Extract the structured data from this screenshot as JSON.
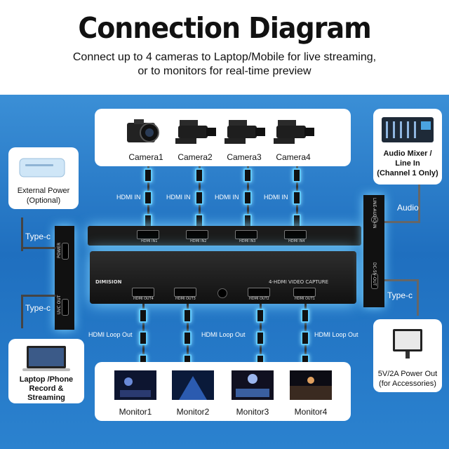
{
  "title": "Connection Diagram",
  "subtitle_line1": "Connect up to 4 cameras to Laptop/Mobile for live streaming,",
  "subtitle_line2": "or to monitors for real-time preview",
  "cameras": [
    {
      "label": "Camera1"
    },
    {
      "label": "Camera2"
    },
    {
      "label": "Camera3"
    },
    {
      "label": "Camera4"
    }
  ],
  "hdmi_in_label": "HDMI IN",
  "hdmi_loop_label": "HDMI Loop Out",
  "monitors": [
    {
      "label": "Monitor1"
    },
    {
      "label": "Monitor2"
    },
    {
      "label": "Monitor3"
    },
    {
      "label": "Monitor4"
    }
  ],
  "external_power": {
    "line1": "External Power",
    "line2": "(Optional)"
  },
  "audio_mixer": {
    "line1": "Audio Mixer /",
    "line2": "Line In",
    "line3": "(Channel 1 Only)"
  },
  "audio_label": "Audio",
  "typec_label": "Type-c",
  "laptop": {
    "line1": "Laptop /Phone",
    "line2": "Record &",
    "line3": "Streaming"
  },
  "power_out": {
    "line1": "5V/2A Power Out",
    "line2": "(for Accessories)"
  },
  "device": {
    "brand": "DIMISION",
    "model": "4-HDMI VIDEO CAPTURE",
    "in_ports": [
      "HDMI IN1",
      "HDMI IN2",
      "HDMI IN3",
      "HDMI IN4"
    ],
    "out_ports": [
      "HDMI OUT4",
      "HDMI OUT3",
      "HDMI OUT2",
      "HDMI OUT1"
    ],
    "left_labels": [
      "POWER",
      "UVC OUT"
    ],
    "right_labels": [
      "LINE-AUDIO-IN",
      "DC-5V-OUT"
    ]
  },
  "colors": {
    "accent_glow": "#7fd6ff",
    "background_blue": "#1f6fbf"
  }
}
